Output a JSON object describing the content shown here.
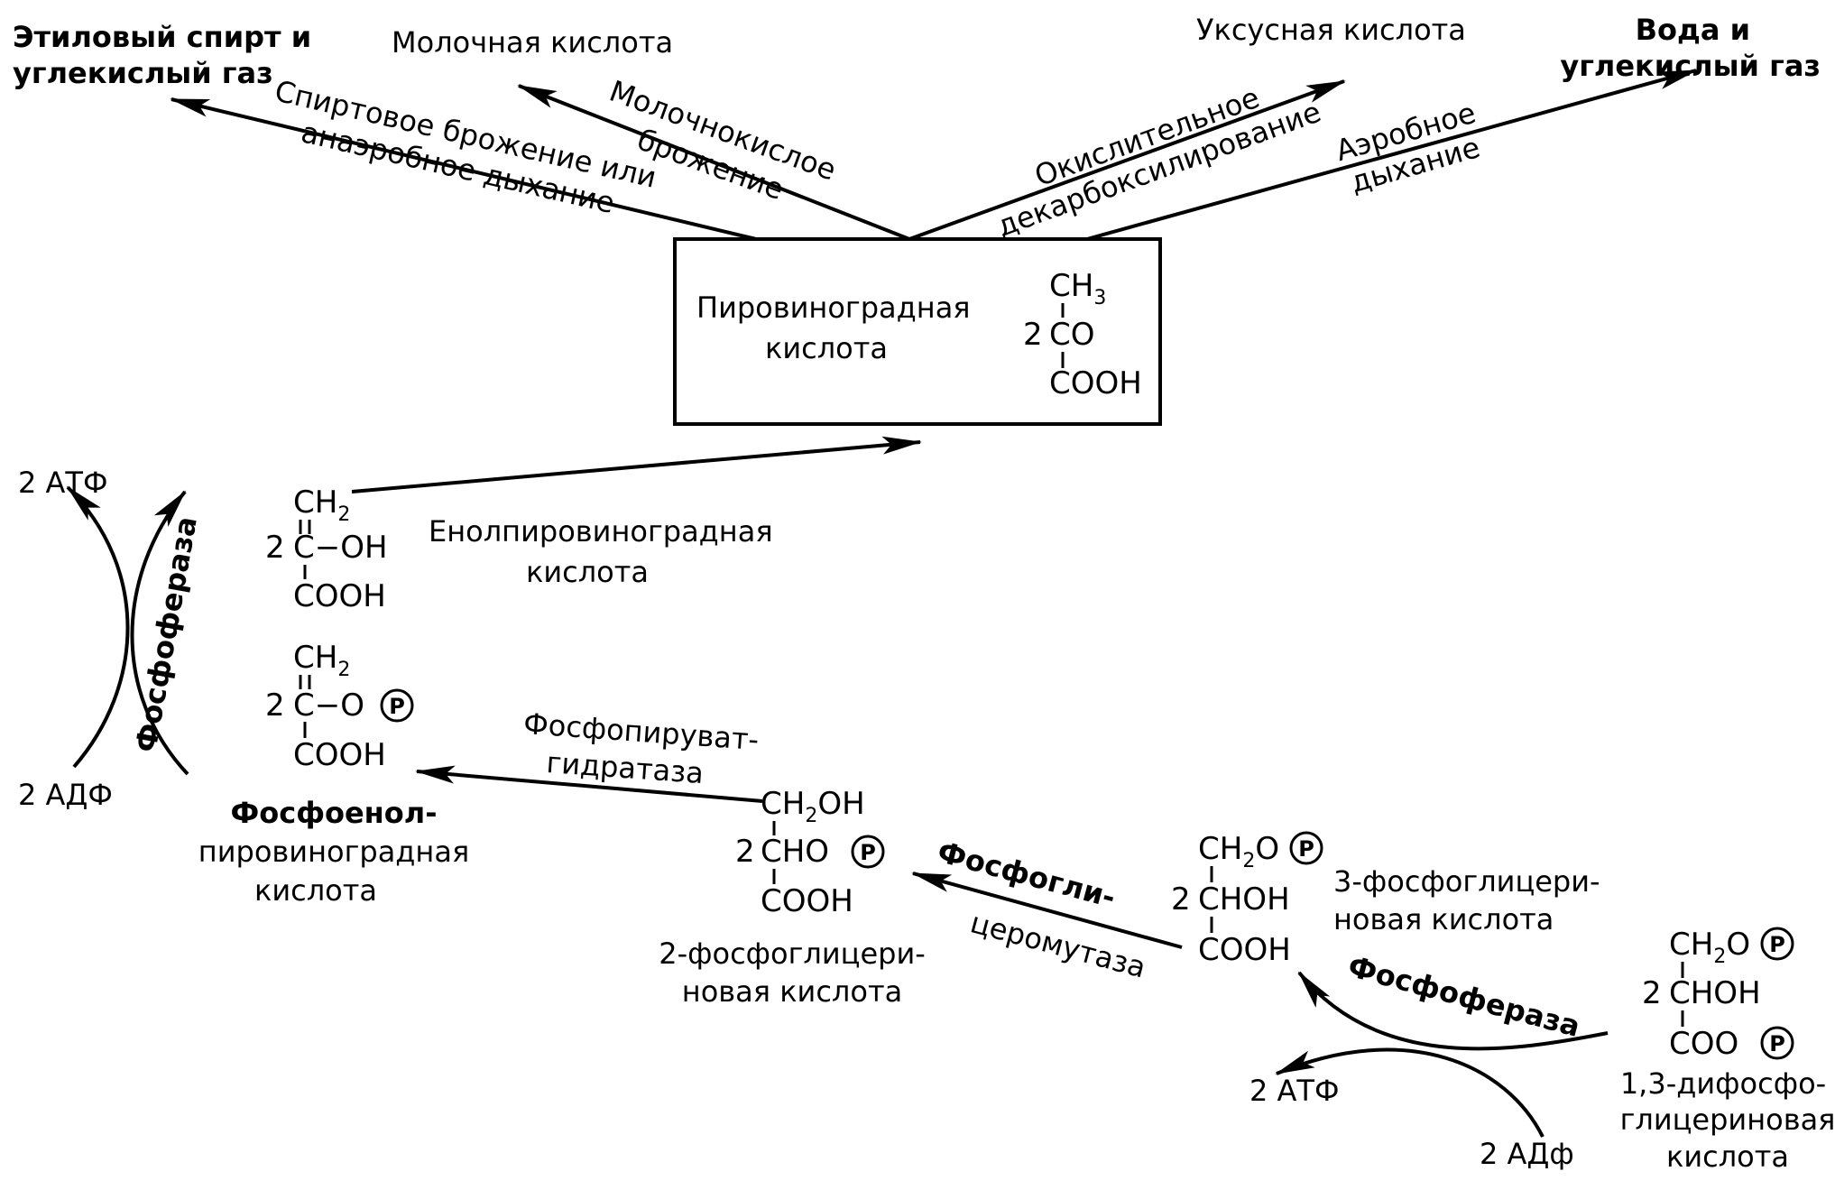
{
  "products": {
    "ethanol": [
      "Этиловый спирт и",
      "углекислый газ"
    ],
    "lactic": "Молочная кислота",
    "acetic": "Уксусная кислота",
    "water": [
      "Вода и",
      "углекислый газ"
    ]
  },
  "processes": {
    "alcoholic": [
      "Спиртовое брожение или",
      "анаэробное дыхание"
    ],
    "lactic": [
      "Молочнокислое",
      "брожение"
    ],
    "oxidative": [
      "Окислительное",
      "декарбоксилирование"
    ],
    "aerobic": [
      "Аэробное",
      "дыхание"
    ]
  },
  "pyruvate": {
    "name": [
      "Пировиноградная",
      "кислота"
    ],
    "coef": "2",
    "ch3": "CH",
    "ch3_sub": "3",
    "co": "CO",
    "cooh": "COOH"
  },
  "enolpyruvate": {
    "name": [
      "Енолпировиноградная",
      "кислота"
    ],
    "coef": "2",
    "ch2": "CH",
    "ch2_sub": "2",
    "c_oh": "C−OH",
    "cooh": "COOH"
  },
  "pep": {
    "name": [
      "Фосфоенол-",
      "пировиноградная",
      "кислота"
    ],
    "coef": "2",
    "ch2": "CH",
    "ch2_sub": "2",
    "c_o": "C−O",
    "p": "P",
    "cooh": "COOH"
  },
  "pg2": {
    "name": [
      "2-фосфоглицери-",
      "новая кислота"
    ],
    "coef": "2",
    "ch2oh": "CH",
    "ch2oh_sub": "2",
    "ch2oh_oh": "OH",
    "cho": "CHO",
    "p": "P",
    "cooh": "COOH"
  },
  "pg3": {
    "name": [
      "3-фосфоглицери-",
      "новая кислота"
    ],
    "coef": "2",
    "ch2o": "CH",
    "ch2o_sub": "2",
    "ch2o_o": "O",
    "p": "P",
    "chohh": "CHOH",
    "cooh": "COOH"
  },
  "bpg": {
    "name": [
      "1,3-дифосфо-",
      "глицериновая",
      "кислота"
    ],
    "coef": "2",
    "ch2o": "CH",
    "ch2o_sub": "2",
    "ch2o_o": "O",
    "p": "P",
    "chohh": "CHOH",
    "coo": "COO"
  },
  "enzymes": {
    "phosphotransferase_left": "Фосфофераза",
    "phosphopyruvate": [
      "Фосфопируват-",
      "гидратаза"
    ],
    "phosphoglyceromutase": [
      "Фосфогли-",
      "церомутаза"
    ],
    "phosphotransferase_right": "Фосфофераза"
  },
  "energy": {
    "atp_left": "2 АТФ",
    "adp_left": "2 АДФ",
    "atp_right": "2 АТФ",
    "adp_right": "2 АДф"
  }
}
